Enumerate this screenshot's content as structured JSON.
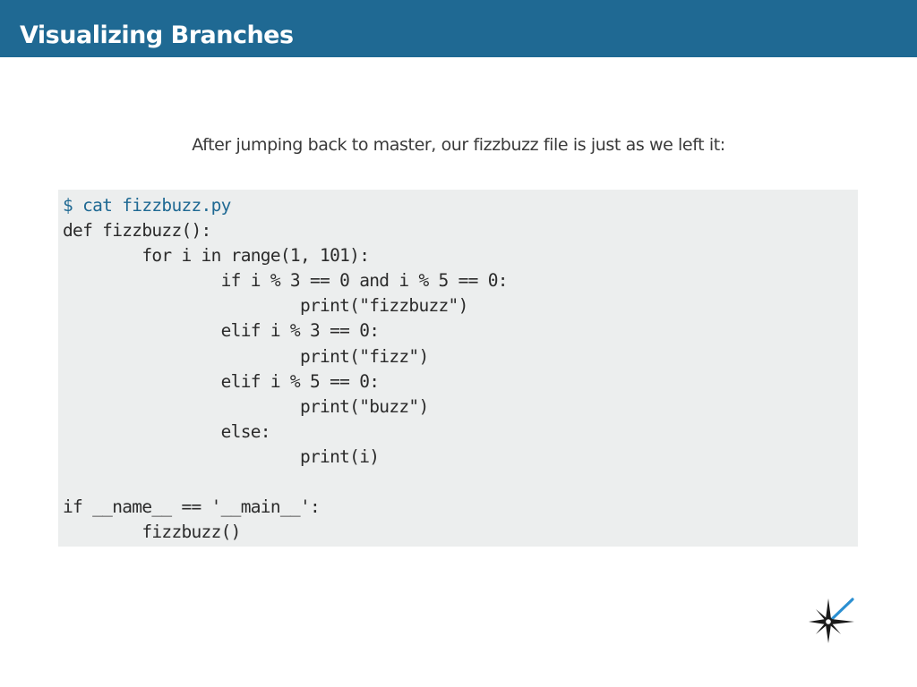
{
  "slide": {
    "title": "Visualizing Branches",
    "intro": "After jumping back to master, our fizzbuzz file is just as we left it:"
  },
  "code": {
    "lines": [
      "$ cat fizzbuzz.py",
      "def fizzbuzz():",
      "        for i in range(1, 101):",
      "                if i % 3 == 0 and i % 5 == 0:",
      "                        print(\"fizzbuzz\")",
      "                elif i % 3 == 0:",
      "                        print(\"fizz\")",
      "                elif i % 5 == 0:",
      "                        print(\"buzz\")",
      "                else:",
      "                        print(i)",
      "",
      "if __name__ == '__main__':",
      "        fizzbuzz()"
    ]
  },
  "logo": {
    "icon": "compass-star-icon",
    "colors": {
      "star": "#1a1a1a",
      "needle": "#2b8fd1"
    }
  },
  "colors": {
    "title_bar": "#1f6993",
    "code_background": "#eceeee",
    "prompt": "#1f6993"
  }
}
